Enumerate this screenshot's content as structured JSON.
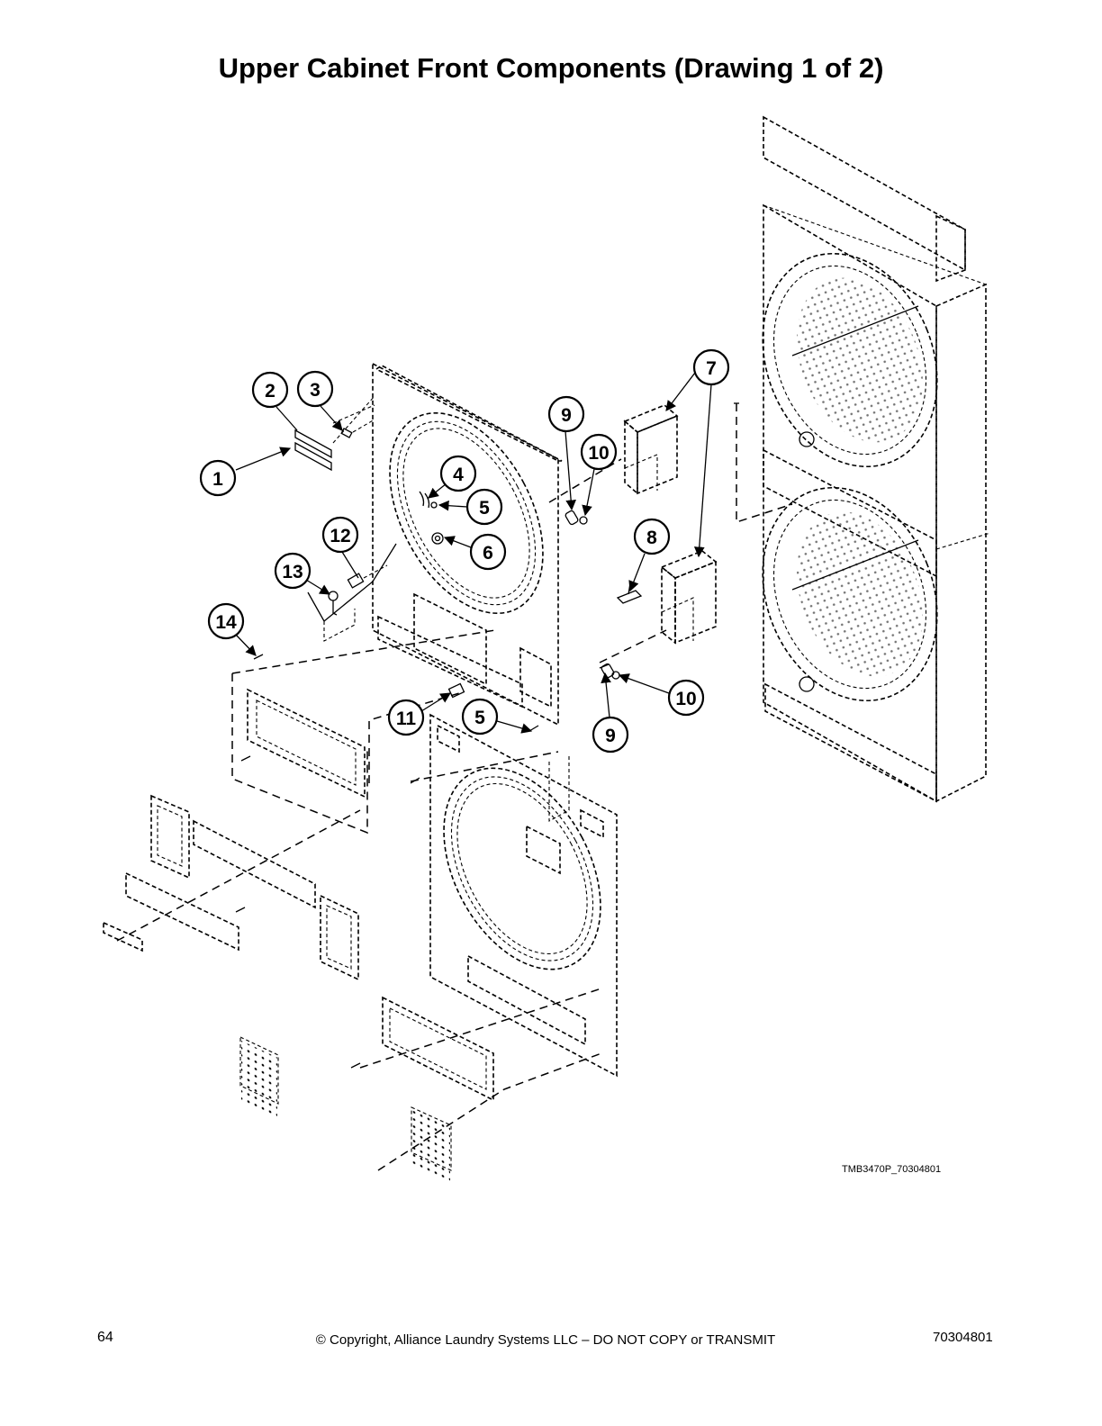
{
  "title": "Upper Cabinet Front Components (Drawing 1 of 2)",
  "callouts": [
    {
      "label": "1"
    },
    {
      "label": "2"
    },
    {
      "label": "3"
    },
    {
      "label": "4"
    },
    {
      "label": "5"
    },
    {
      "label": "6"
    },
    {
      "label": "7"
    },
    {
      "label": "8"
    },
    {
      "label": "9"
    },
    {
      "label": "10"
    },
    {
      "label": "11"
    },
    {
      "label": "12"
    },
    {
      "label": "13"
    },
    {
      "label": "14"
    },
    {
      "label": "5"
    },
    {
      "label": "9"
    },
    {
      "label": "10"
    }
  ],
  "drawing_id": "TMB3470P_70304801",
  "footer": {
    "page_number": "64",
    "copyright": "© Copyright, Alliance Laundry Systems LLC – DO NOT COPY or TRANSMIT",
    "doc_number": "70304801"
  }
}
